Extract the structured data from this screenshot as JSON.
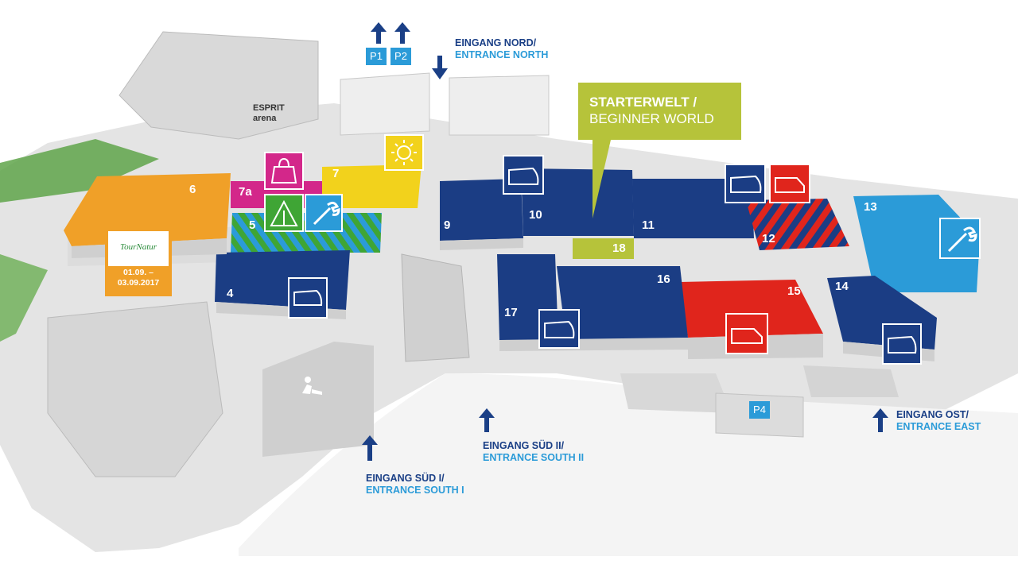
{
  "entrances": {
    "north": {
      "de": "EINGANG NORD/",
      "en": "ENTRANCE NORTH"
    },
    "south1": {
      "de": "EINGANG SÜD I/",
      "en": "ENTRANCE SOUTH I"
    },
    "south2": {
      "de": "EINGANG SÜD II/",
      "en": "ENTRANCE SOUTH II"
    },
    "east": {
      "de": "EINGANG OST/",
      "en": "ENTRANCE EAST"
    }
  },
  "parking": {
    "p1": "P1",
    "p2": "P2",
    "p4": "P4"
  },
  "callout": {
    "line1": "STARTERWELT /",
    "line2": "BEGINNER WORLD"
  },
  "arena": {
    "line1": "ESPRIT",
    "line2": "arena"
  },
  "tournatur": {
    "brand": "TourNatur",
    "dates1": "01.09. –",
    "dates2": "03.09.2017"
  },
  "halls": {
    "h4": "4",
    "h5": "5",
    "h6": "6",
    "h7": "7",
    "h7a": "7a",
    "h9": "9",
    "h10": "10",
    "h11": "11",
    "h12": "12",
    "h13": "13",
    "h14": "14",
    "h15": "15",
    "h16": "16",
    "h17": "17",
    "h18": "18"
  },
  "colors": {
    "navy": "#1b3d84",
    "orange": "#f0a028",
    "yellow": "#f2d21c",
    "magenta": "#d3278a",
    "green": "#3fa535",
    "red": "#e0251c",
    "lightblue": "#2b9bd8",
    "lime": "#b6c33a",
    "grey": "#e6e6e6"
  },
  "icons": [
    "caravan-icon",
    "van-icon",
    "shopping-bag-icon",
    "tent-icon",
    "wrench-icon",
    "sun-icon",
    "construction-icon"
  ]
}
